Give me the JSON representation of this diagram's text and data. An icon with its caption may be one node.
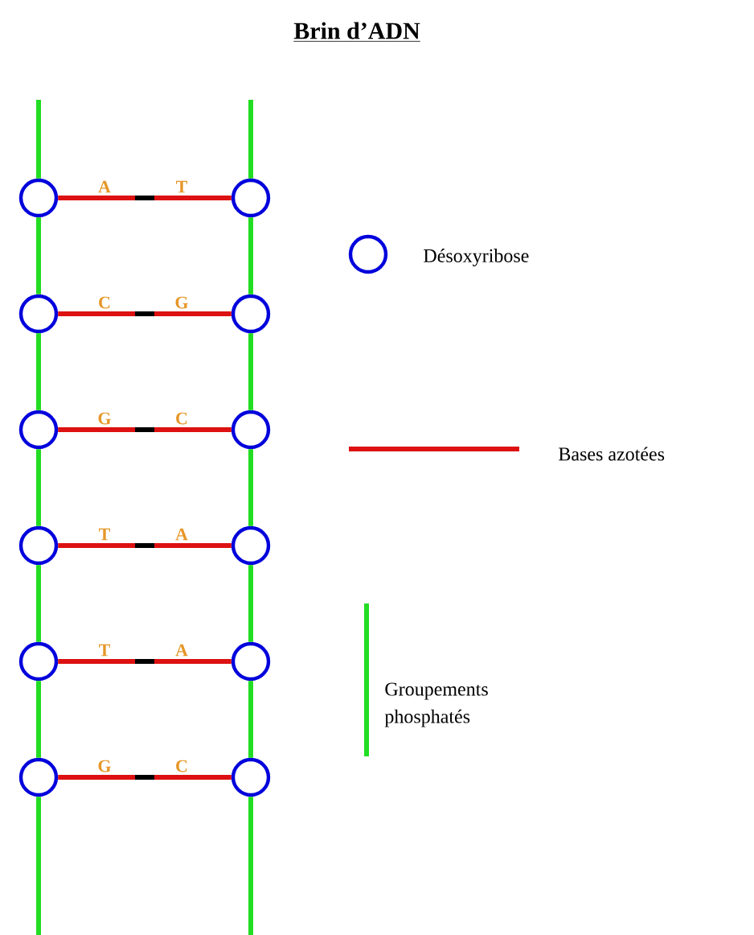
{
  "diagram": {
    "title": "Brin d’ADN",
    "nodes": [
      {
        "text": [],
        "shape": "circle"
      },
      {
        "text": [],
        "shape": "circle"
      },
      {
        "text": [],
        "shape": "circle"
      },
      {
        "text": [],
        "shape": "circle"
      },
      {
        "text": [],
        "shape": "circle"
      },
      {
        "text": [],
        "shape": "circle"
      },
      {
        "text": [],
        "shape": "circle"
      },
      {
        "text": [],
        "shape": "circle"
      },
      {
        "text": [],
        "shape": "circle"
      },
      {
        "text": [],
        "shape": "circle"
      },
      {
        "text": [],
        "shape": "circle"
      },
      {
        "text": [],
        "shape": "circle"
      }
    ],
    "edges": [
      {
        "from": 0,
        "to": 1,
        "arrow": "none",
        "color": "#dd1111"
      },
      {
        "from": 2,
        "to": 3,
        "arrow": "none",
        "color": "#dd1111"
      },
      {
        "from": 4,
        "to": 5,
        "arrow": "none",
        "color": "#dd1111"
      },
      {
        "from": 6,
        "to": 7,
        "arrow": "none",
        "color": "#dd1111"
      },
      {
        "from": 8,
        "to": 9,
        "arrow": "none",
        "color": "#dd1111"
      },
      {
        "from": 10,
        "to": 11,
        "arrow": "none",
        "color": "#dd1111"
      },
      {
        "from": null,
        "to": 0,
        "arrow": "none"
      },
      {
        "from": 0,
        "to": 2,
        "arrow": "none"
      },
      {
        "from": 2,
        "to": 4,
        "arrow": "none"
      },
      {
        "from": 4,
        "to": 6,
        "arrow": "none"
      },
      {
        "from": 6,
        "to": 8,
        "arrow": "none"
      },
      {
        "from": 8,
        "to": 10,
        "arrow": "none"
      },
      {
        "from": 10,
        "to": null,
        "arrow": "none"
      },
      {
        "from": null,
        "to": 1,
        "arrow": "none"
      },
      {
        "from": 1,
        "to": 3,
        "arrow": "none"
      },
      {
        "from": 3,
        "to": 5,
        "arrow": "none"
      },
      {
        "from": 5,
        "to": 7,
        "arrow": "none"
      },
      {
        "from": 7,
        "to": 9,
        "arrow": "none"
      },
      {
        "from": 9,
        "to": 11,
        "arrow": "none"
      },
      {
        "from": 11,
        "to": null,
        "arrow": "none"
      }
    ],
    "labels": [
      "A",
      "T",
      "C",
      "G",
      "G",
      "C",
      "T",
      "A",
      "T",
      "A",
      "G",
      "C"
    ],
    "legend": [
      {
        "text": "Désoxyribose"
      },
      {
        "text": "Bases azotées"
      },
      {
        "text": "Groupements phosphatés"
      }
    ]
  }
}
